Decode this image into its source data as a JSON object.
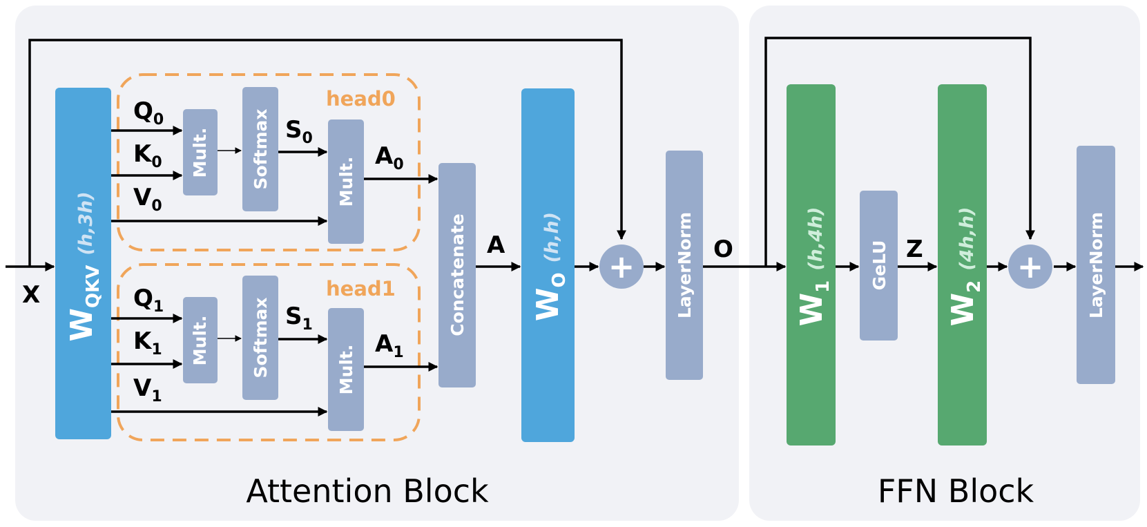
{
  "blocks": {
    "attention": "Attention Block",
    "ffn": "FFN Block"
  },
  "heads": [
    "head0",
    "head1"
  ],
  "inputs": {
    "x": "X"
  },
  "head0": {
    "q": "Q",
    "k": "K",
    "v": "V",
    "s": "S",
    "a": "A",
    "index": "0"
  },
  "head1": {
    "q": "Q",
    "k": "K",
    "v": "V",
    "s": "S",
    "a": "A",
    "index": "1"
  },
  "ops": {
    "mult": "Mult.",
    "softmax": "Softmax",
    "concat": "Concatenate",
    "layernorm": "LayerNorm",
    "gelu": "GeLU",
    "add": "+"
  },
  "weights": {
    "wqkv": {
      "name": "W",
      "sub": "QKV",
      "dim": "(h,3h)"
    },
    "wo": {
      "name": "W",
      "sub": "O",
      "dim": "(h,h)"
    },
    "w1": {
      "name": "W",
      "sub": "1",
      "dim": "(h,4h)"
    },
    "w2": {
      "name": "W",
      "sub": "2",
      "dim": "(4h,h)"
    }
  },
  "signals": {
    "a": "A",
    "o": "O",
    "z": "Z"
  },
  "colors": {
    "panel": "#f1f2f6",
    "weight_blue": "#4fa6dc",
    "weight_green": "#57a870",
    "op_gray": "#98abcb",
    "head_outline": "#f0a55a"
  }
}
